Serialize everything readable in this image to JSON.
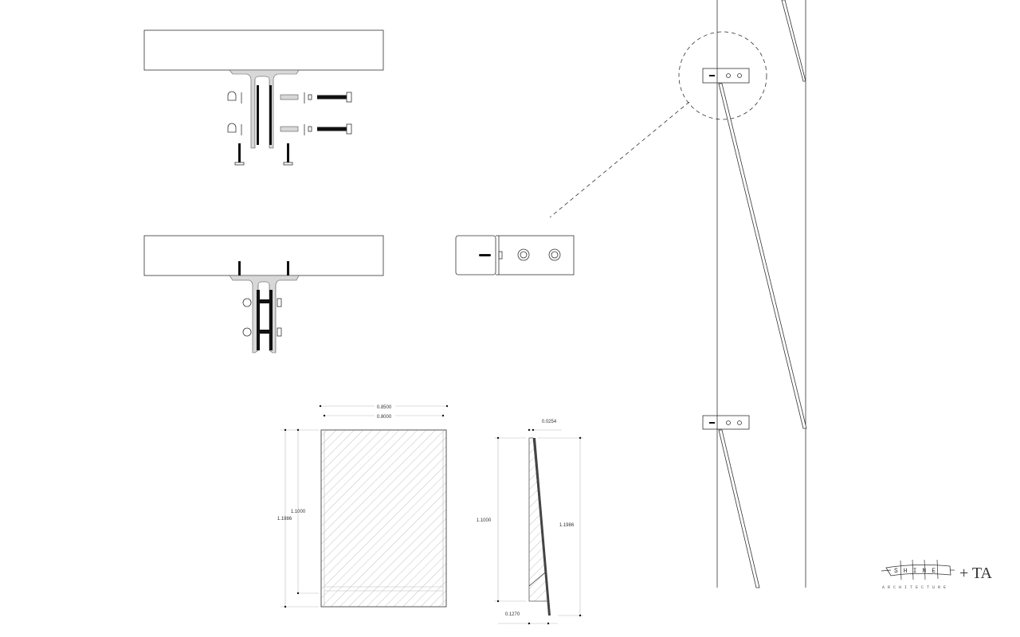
{
  "drawing": {
    "elevation_dimensions": {
      "outer_width": "0.8500",
      "inner_width": "0.8000",
      "inner_height": "1.1000",
      "outer_height": "1.1986"
    },
    "section_dimensions": {
      "thickness": "0.0254",
      "height": "1.1000",
      "diagonal_height": "1.1986",
      "base_depth": "0.1270"
    }
  },
  "logo": {
    "name": "SHINE",
    "subtitle": "ARCHITECTURE",
    "partner": "+ TA"
  }
}
